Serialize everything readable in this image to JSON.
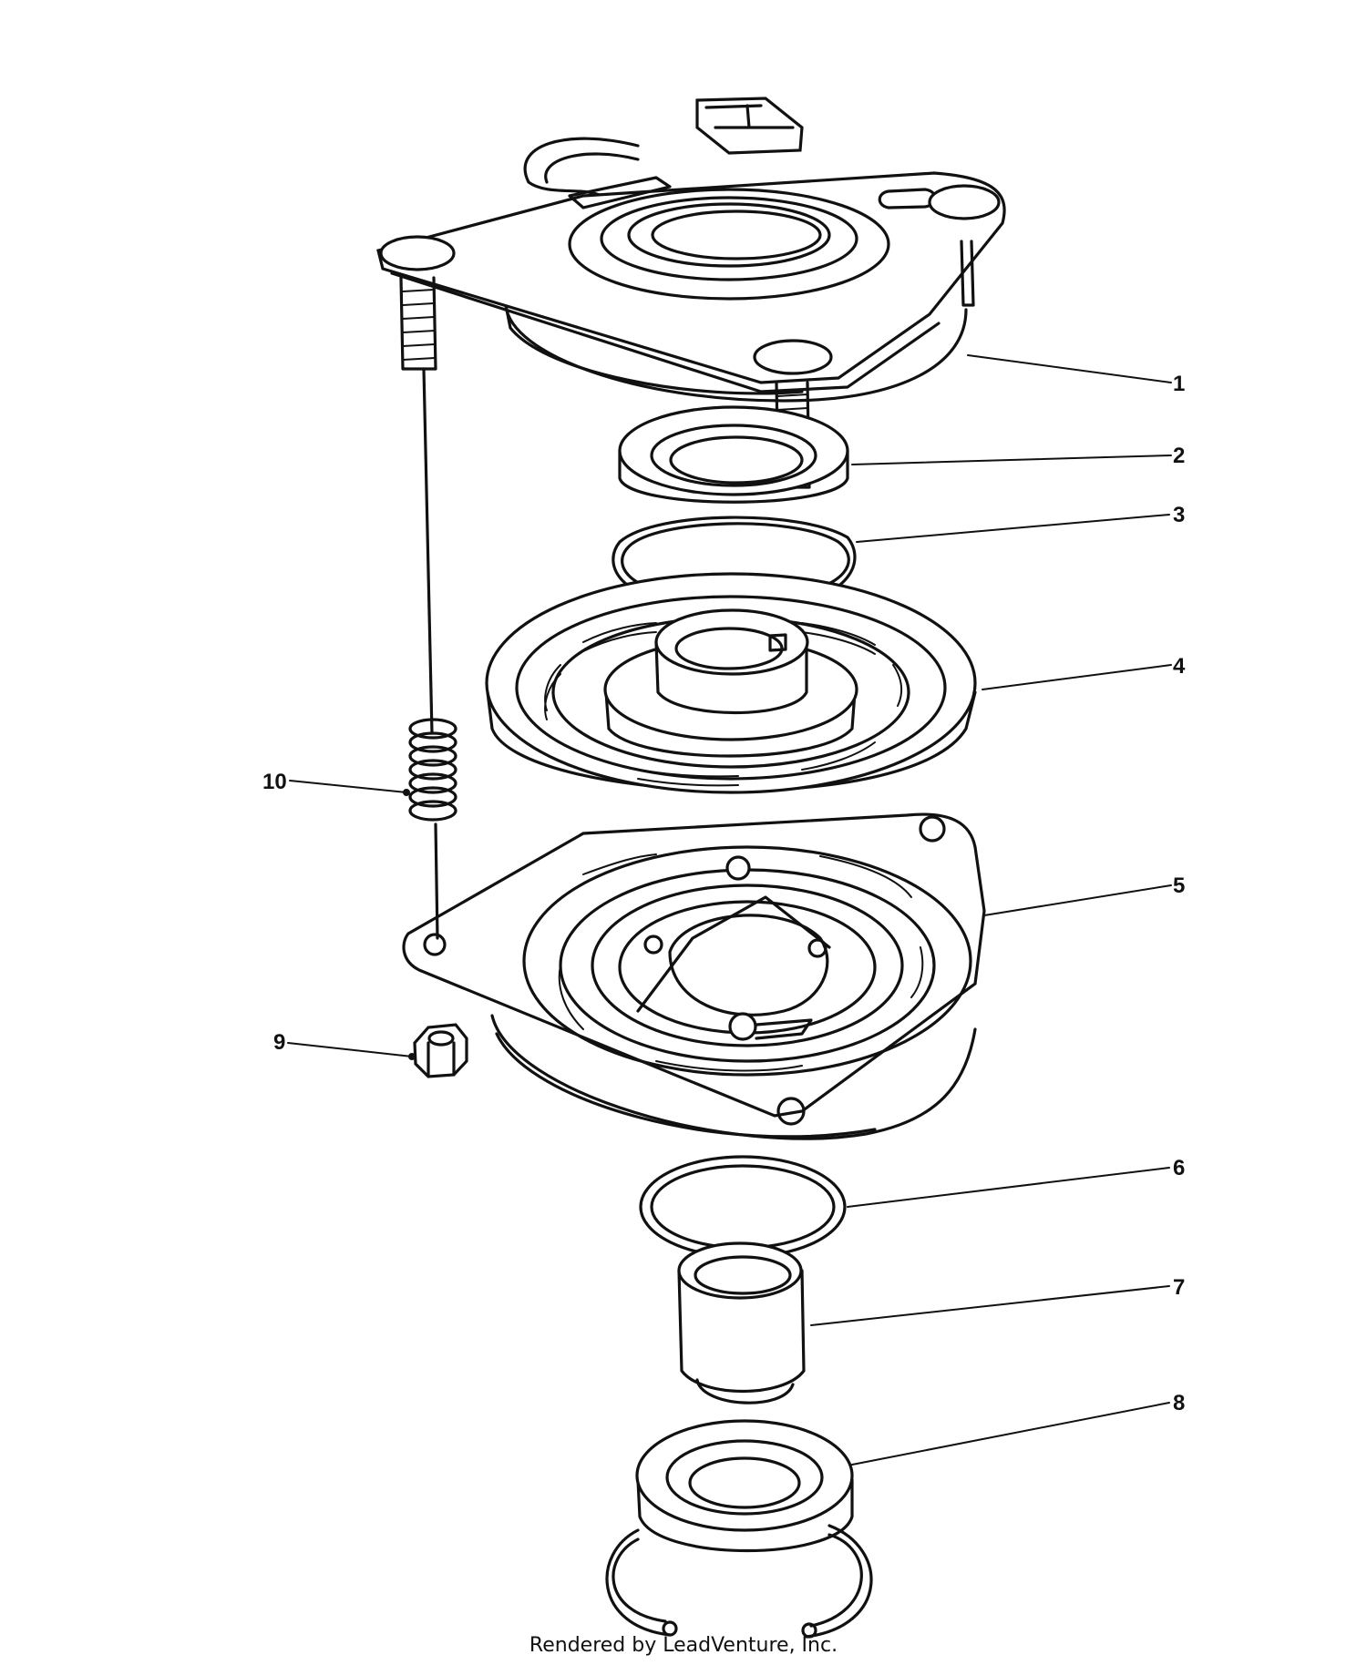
{
  "diagram": {
    "callouts": [
      {
        "id": "1",
        "label": "1"
      },
      {
        "id": "2",
        "label": "2"
      },
      {
        "id": "3",
        "label": "3"
      },
      {
        "id": "4",
        "label": "4"
      },
      {
        "id": "5",
        "label": "5"
      },
      {
        "id": "6",
        "label": "6"
      },
      {
        "id": "7",
        "label": "7"
      },
      {
        "id": "8",
        "label": "8"
      },
      {
        "id": "9",
        "label": "9"
      },
      {
        "id": "10",
        "label": "10"
      }
    ]
  },
  "footer": {
    "credit": "Rendered by LeadVenture, Inc."
  }
}
